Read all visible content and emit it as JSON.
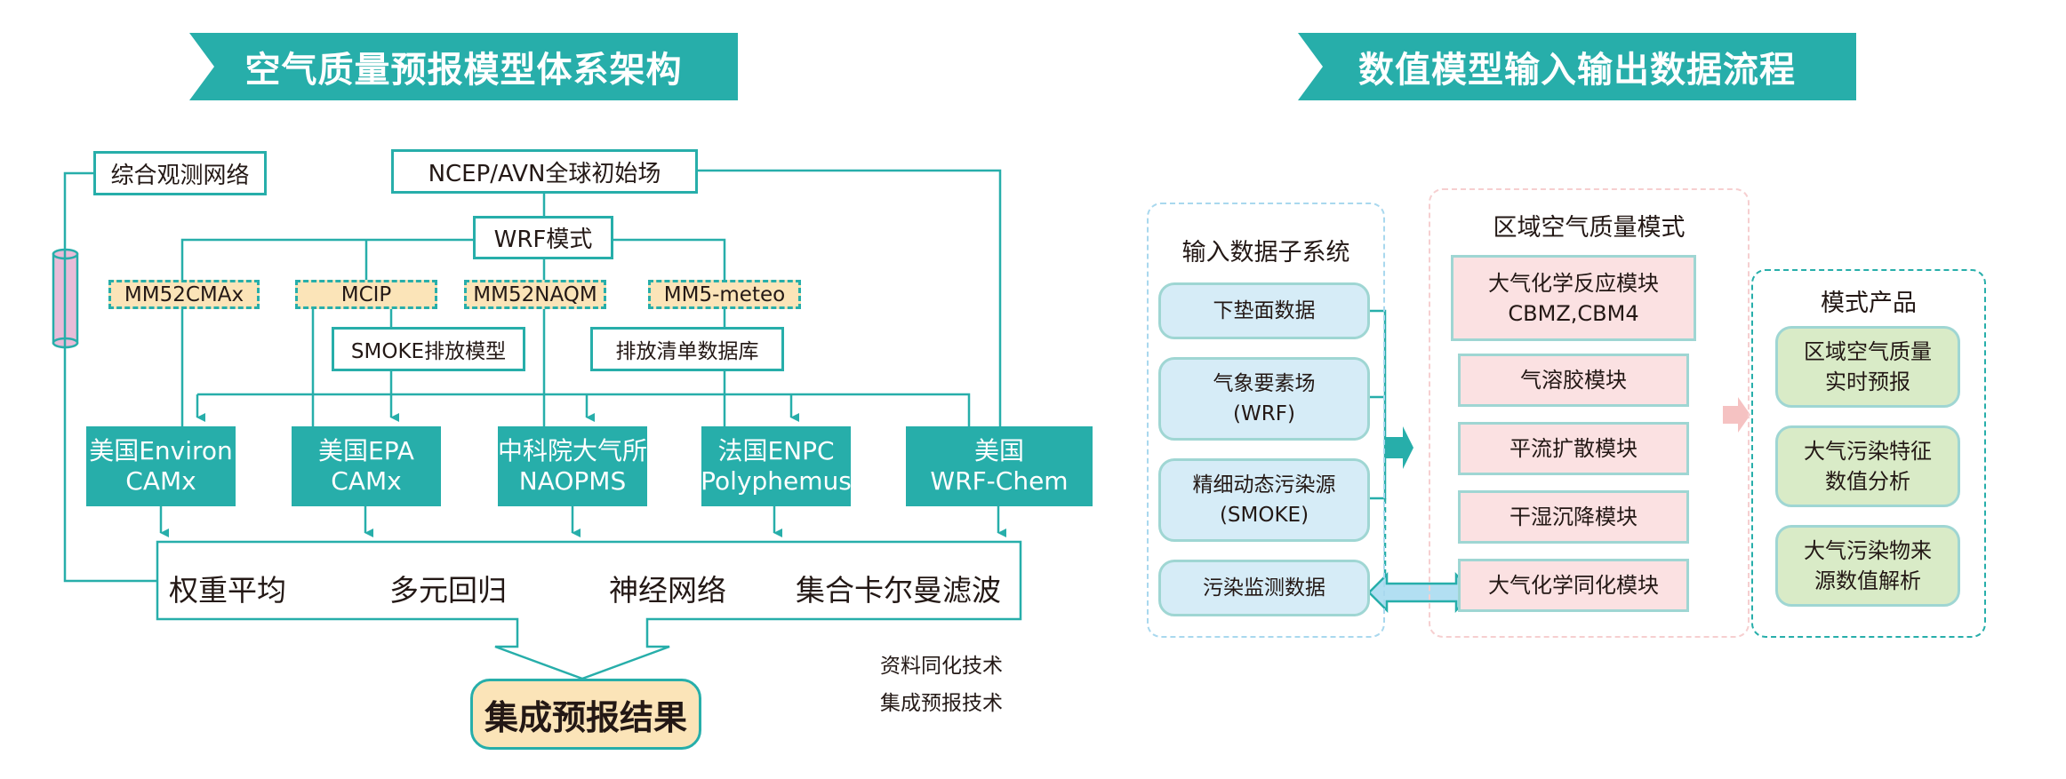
{
  "colors": {
    "teal": "#27aeaa",
    "yellow_fill": "#fbe4b8",
    "pink_fill": "#fbe1e2",
    "blue_fill": "#d6ecf7",
    "green_fill": "#d9ebc7",
    "cylinder_fill": "#e8bcd8"
  },
  "left": {
    "banner": "空气质量预报模型体系架构",
    "observation_network": "综合观测网络",
    "global_init": "NCEP/AVN全球初始场",
    "wrf": "WRF模式",
    "interfaces": [
      "MM52CMAx",
      "MCIP",
      "MM52NAQM",
      "MM5-meteo"
    ],
    "smoke": "SMOKE排放模型",
    "inventory": "排放清单数据库",
    "models": [
      {
        "line1": "美国Environ",
        "line2": "CAMx"
      },
      {
        "line1": "美国EPA",
        "line2": "CAMx"
      },
      {
        "line1": "中科院大气所",
        "line2": "NAOPMS"
      },
      {
        "line1": "法国ENPC",
        "line2": "Polyphemus"
      },
      {
        "line1": "美国",
        "line2": "WRF-Chem"
      }
    ],
    "methods": [
      "权重平均",
      "多元回归",
      "神经网络",
      "集合卡尔曼滤波"
    ],
    "result": "集成预报结果",
    "notes": [
      "资料同化技术",
      "集成预报技术"
    ]
  },
  "right": {
    "banner": "数值模型输入输出数据流程",
    "input_panel": {
      "title": "输入数据子系统",
      "items": [
        {
          "line1": "下垫面数据",
          "line2": ""
        },
        {
          "line1": "气象要素场",
          "line2": "(WRF)"
        },
        {
          "line1": "精细动态污染源",
          "line2": "(SMOKE)"
        },
        {
          "line1": "污染监测数据",
          "line2": ""
        }
      ]
    },
    "model_panel": {
      "title": "区域空气质量模式",
      "items": [
        {
          "line1": "大气化学反应模块",
          "line2": "CBMZ,CBM4"
        },
        {
          "line1": "气溶胶模块",
          "line2": ""
        },
        {
          "line1": "平流扩散模块",
          "line2": ""
        },
        {
          "line1": "干湿沉降模块",
          "line2": ""
        },
        {
          "line1": "大气化学同化模块",
          "line2": ""
        }
      ]
    },
    "product_panel": {
      "title": "模式产品",
      "items": [
        {
          "line1": "区域空气质量",
          "line2": "实时预报"
        },
        {
          "line1": "大气污染特征",
          "line2": "数值分析"
        },
        {
          "line1": "大气污染物来",
          "line2": "源数值解析"
        }
      ]
    }
  }
}
